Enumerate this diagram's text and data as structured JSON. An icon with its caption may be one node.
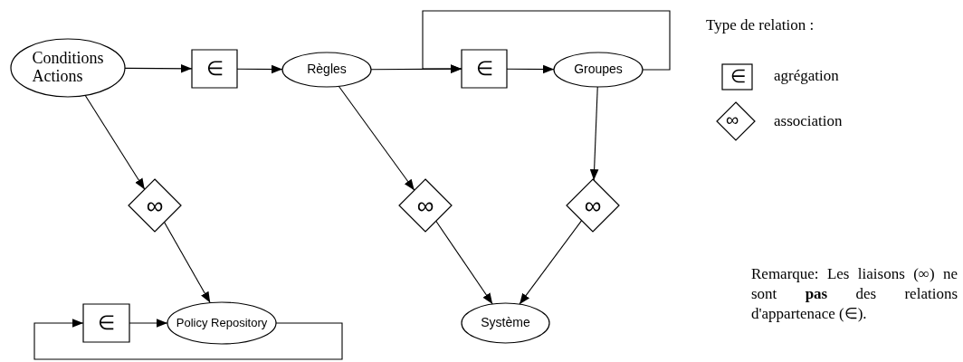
{
  "diagram": {
    "nodes": [
      {
        "text": [
          "Conditions Actions"
        ]
      },
      {
        "text": [
          "∈"
        ]
      },
      {
        "text": [
          "Règles"
        ]
      },
      {
        "text": [
          "∈"
        ]
      },
      {
        "text": [
          "Groupes"
        ]
      },
      {
        "text": [
          "∞"
        ]
      },
      {
        "text": [
          "∞"
        ]
      },
      {
        "text": [
          "∞"
        ]
      },
      {
        "text": [
          "Policy Repository"
        ]
      },
      {
        "text": [
          "Système"
        ]
      },
      {
        "text": [
          "∈"
        ]
      }
    ],
    "edges": [
      {
        "from": 0,
        "to": 1,
        "arrow": "to"
      },
      {
        "from": 1,
        "to": 2,
        "arrow": "to"
      },
      {
        "from": 2,
        "to": 3,
        "arrow": "to"
      },
      {
        "from": 3,
        "to": 4,
        "arrow": "to"
      },
      {
        "from": 4,
        "to": 3,
        "arrow": "to"
      },
      {
        "from": 0,
        "to": 5,
        "arrow": "to"
      },
      {
        "from": 5,
        "to": 8,
        "arrow": "to"
      },
      {
        "from": 2,
        "to": 6,
        "arrow": "to"
      },
      {
        "from": 6,
        "to": 9,
        "arrow": "to"
      },
      {
        "from": 4,
        "to": 7,
        "arrow": "to"
      },
      {
        "from": 7,
        "to": 9,
        "arrow": "to"
      },
      {
        "from": 8,
        "to": 10,
        "arrow": "to"
      },
      {
        "from": 10,
        "to": 8,
        "arrow": "to"
      }
    ],
    "labels": [
      "Type de relation :",
      "∈",
      "∞",
      "Remarque: Les liaisons (∞) ne sont **pas** des relations d'appartenace (∈)."
    ],
    "legend": [
      {
        "text": "agrégation"
      },
      {
        "text": "association"
      }
    ]
  }
}
